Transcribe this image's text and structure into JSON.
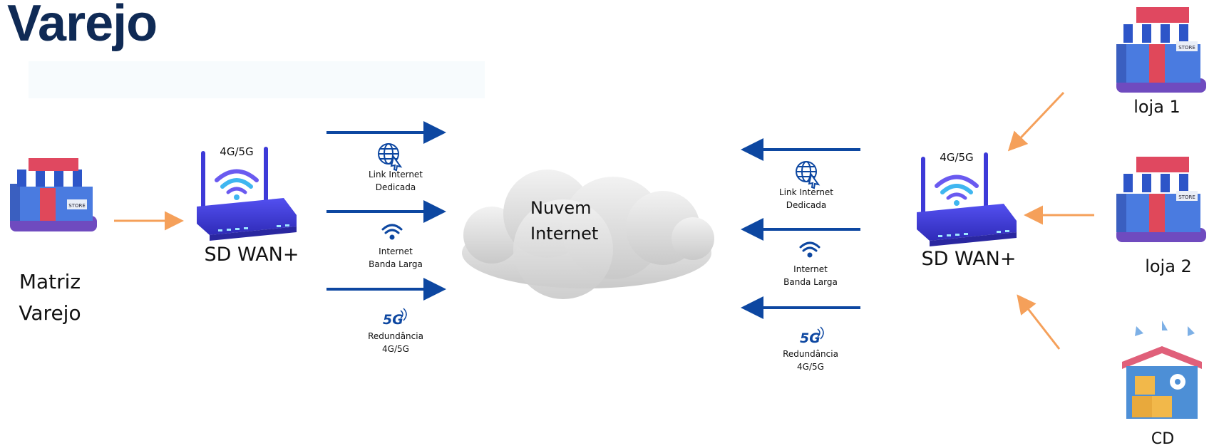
{
  "title": "Varejo",
  "left": {
    "store_label_line1": "Matriz",
    "store_label_line2": "Varejo",
    "router_band": "4G/5G",
    "router_label": "SD WAN+",
    "links": [
      {
        "line1": "Link Internet",
        "line2": "Dedicada",
        "icon": "globe-cursor-icon"
      },
      {
        "line1": "Internet",
        "line2": "Banda Larga",
        "icon": "wifi-icon"
      },
      {
        "line1": "Redundância",
        "line2": "4G/5G",
        "icon": "5g-icon"
      }
    ]
  },
  "cloud": {
    "line1": "Nuvem",
    "line2": "Internet"
  },
  "right": {
    "router_band": "4G/5G",
    "router_label": "SD WAN+",
    "links": [
      {
        "line1": "Link Internet",
        "line2": "Dedicada",
        "icon": "globe-cursor-icon"
      },
      {
        "line1": "Internet",
        "line2": "Banda Larga",
        "icon": "wifi-icon"
      },
      {
        "line1": "Redundância",
        "line2": "4G/5G",
        "icon": "5g-icon"
      }
    ],
    "sites": [
      {
        "label": "loja 1",
        "icon": "store-icon"
      },
      {
        "label": "loja 2",
        "icon": "store-icon"
      },
      {
        "label": "CD",
        "icon": "warehouse-icon"
      }
    ]
  },
  "colors": {
    "title": "#0f2a55",
    "blue_arrow": "#0d47a1",
    "orange_arrow": "#f5a05a",
    "router": "#3d3ad8"
  }
}
